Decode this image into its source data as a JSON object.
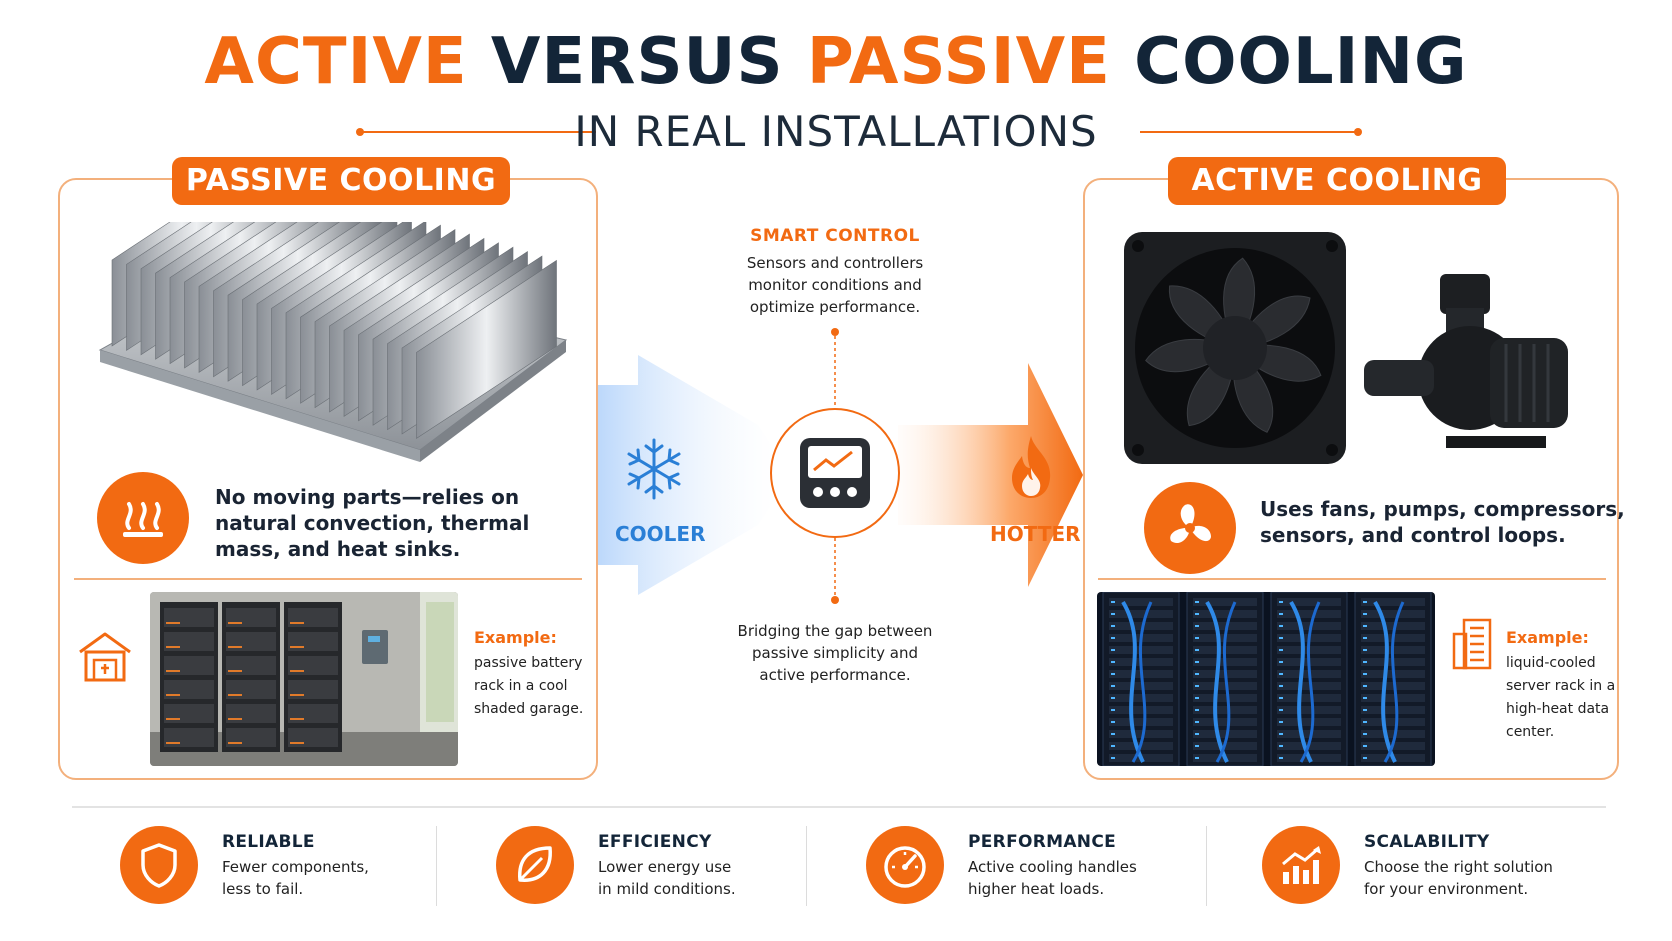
{
  "title": {
    "word1": "ACTIVE",
    "word2": "VERSUS",
    "word3": "PASSIVE",
    "word4": "COOLING"
  },
  "subtitle": "IN REAL INSTALLATIONS",
  "passive": {
    "label": "PASSIVE COOLING",
    "feature_lines": [
      "No moving parts—relies on",
      "natural convection, thermal",
      "mass, and heat sinks."
    ],
    "example_title": "Example:",
    "example_lines": [
      "passive battery",
      "rack in a cool",
      "shaded garage."
    ]
  },
  "active": {
    "label": "ACTIVE COOLING",
    "feature_lines": [
      "Uses fans, pumps, compressors,",
      "sensors, and control loops."
    ],
    "example_title": "Example:",
    "example_lines": [
      "liquid-cooled",
      "server rack in a",
      "high-heat data",
      "center."
    ]
  },
  "center": {
    "smart_title": "SMART CONTROL",
    "smart_lines": [
      "Sensors and controllers",
      "monitor conditions and",
      "optimize performance."
    ],
    "cooler": "COOLER",
    "hotter": "HOTTER",
    "bridge_lines": [
      "Bridging the gap between",
      "passive simplicity and",
      "active performance."
    ]
  },
  "footer": [
    {
      "title": "RELIABLE",
      "lines": [
        "Fewer components,",
        "less to fail."
      ],
      "icon": "shield-icon"
    },
    {
      "title": "EFFICIENCY",
      "lines": [
        "Lower energy use",
        "in mild conditions."
      ],
      "icon": "leaf-icon"
    },
    {
      "title": "PERFORMANCE",
      "lines": [
        "Active cooling handles",
        "higher heat loads."
      ],
      "icon": "gauge-icon"
    },
    {
      "title": "SCALABILITY",
      "lines": [
        "Choose the right solution",
        "for your environment."
      ],
      "icon": "growth-chart-icon"
    }
  ],
  "colors": {
    "accent": "#f26a12",
    "navy": "#132538",
    "cool_blue": "#2a7fd6",
    "border": "#f3b07c"
  }
}
